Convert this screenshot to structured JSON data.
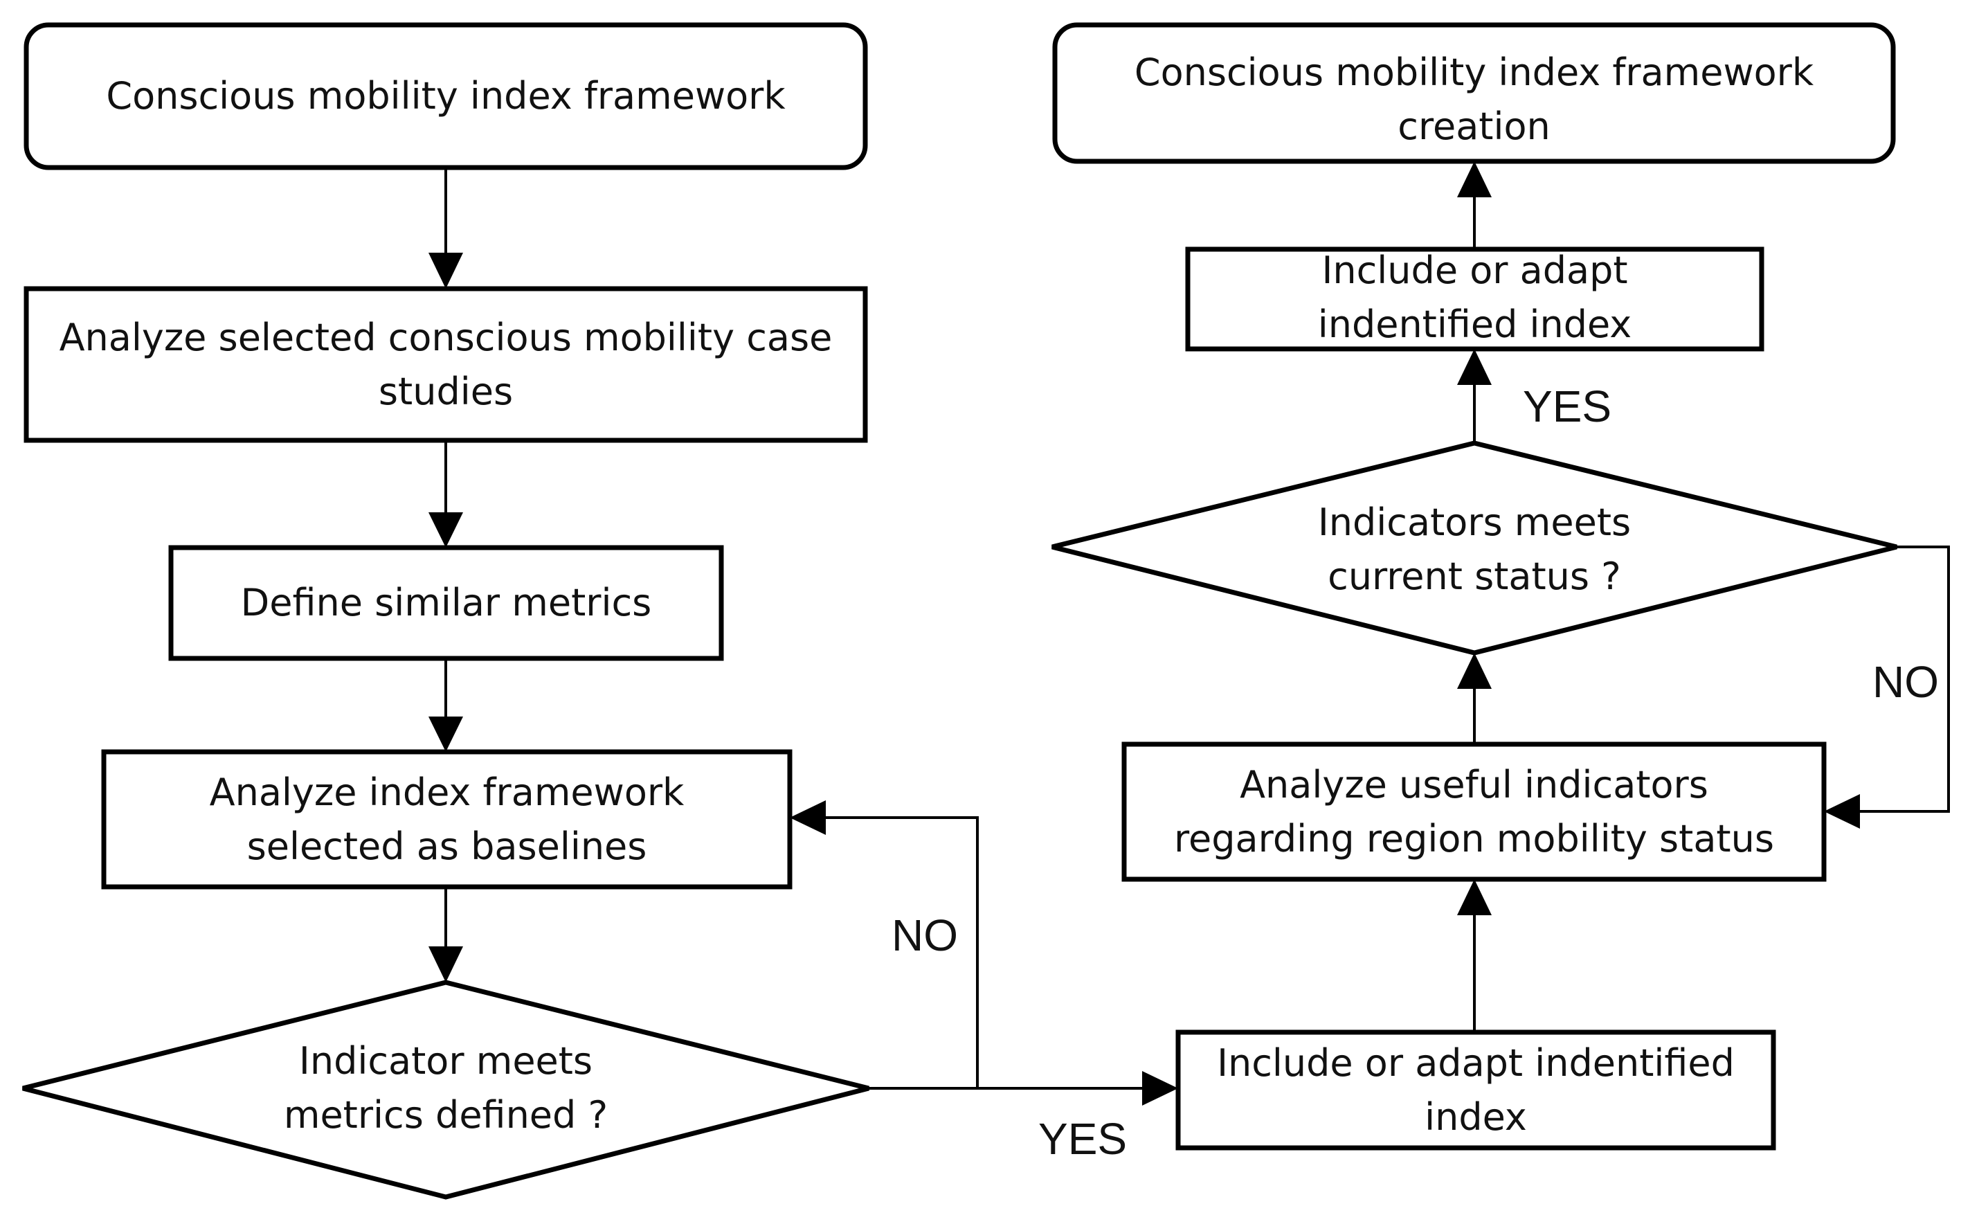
{
  "nodes": {
    "framework": {
      "text": "Conscious mobility index framework"
    },
    "analyze_cases": {
      "lines": [
        "Analyze selected conscious mobility case",
        "studies"
      ]
    },
    "define_metrics": {
      "text": "Define similar metrics"
    },
    "analyze_baselines": {
      "lines": [
        "Analyze index framework",
        "selected as baselines"
      ]
    },
    "decision_metrics": {
      "lines": [
        "Indicator meets",
        "metrics defined ?"
      ]
    },
    "include_bottom": {
      "lines": [
        "Include or adapt indentified",
        "index"
      ]
    },
    "analyze_indicators": {
      "lines": [
        "Analyze useful indicators",
        "regarding region mobility status"
      ]
    },
    "decision_status": {
      "lines": [
        "Indicators meets",
        "current status ?"
      ]
    },
    "include_top": {
      "lines": [
        "Include or adapt",
        "indentified index"
      ]
    },
    "creation": {
      "lines": [
        "Conscious mobility index framework",
        "creation"
      ]
    }
  },
  "edges": {
    "no_left": "NO",
    "yes_bottom": "YES",
    "yes_top": "YES",
    "no_right": "NO"
  },
  "colors": {
    "stroke": "#000000",
    "text": "#111111",
    "background": "#ffffff"
  }
}
